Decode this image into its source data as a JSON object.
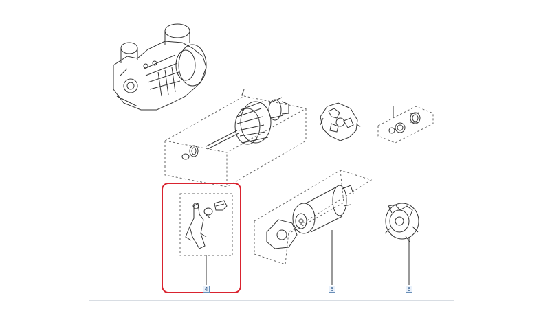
{
  "callouts": [
    {
      "id": "part-4",
      "label": "4"
    },
    {
      "id": "part-5",
      "label": "5"
    },
    {
      "id": "part-6",
      "label": "6"
    }
  ],
  "highlight_color": "#d9232f",
  "line_color": "#333333",
  "callout_color": "#6a8fb8"
}
